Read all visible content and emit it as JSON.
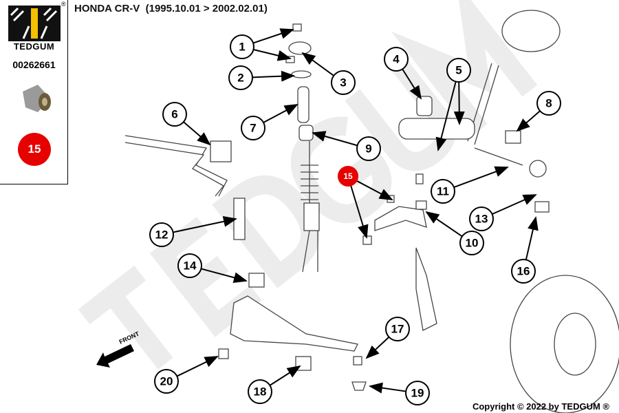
{
  "sidebar": {
    "brand": "TEDGUM",
    "registered": "®",
    "part_number": "00262661",
    "position_badge": "15"
  },
  "header": {
    "title": "HONDA CR-V  (1995.10.01 > 2002.02.01)"
  },
  "diagram": {
    "watermark": "TEDGUM",
    "front_label": "FRONT",
    "callouts": [
      "1",
      "2",
      "3",
      "4",
      "5",
      "6",
      "7",
      "8",
      "9",
      "10",
      "11",
      "12",
      "13",
      "14",
      "15",
      "16",
      "17",
      "18",
      "19",
      "20"
    ],
    "highlight_callout": "15",
    "highlight_color": "#e60000"
  },
  "footer": {
    "copyright": "Copyright © 2022 by TEDGUM ®"
  }
}
